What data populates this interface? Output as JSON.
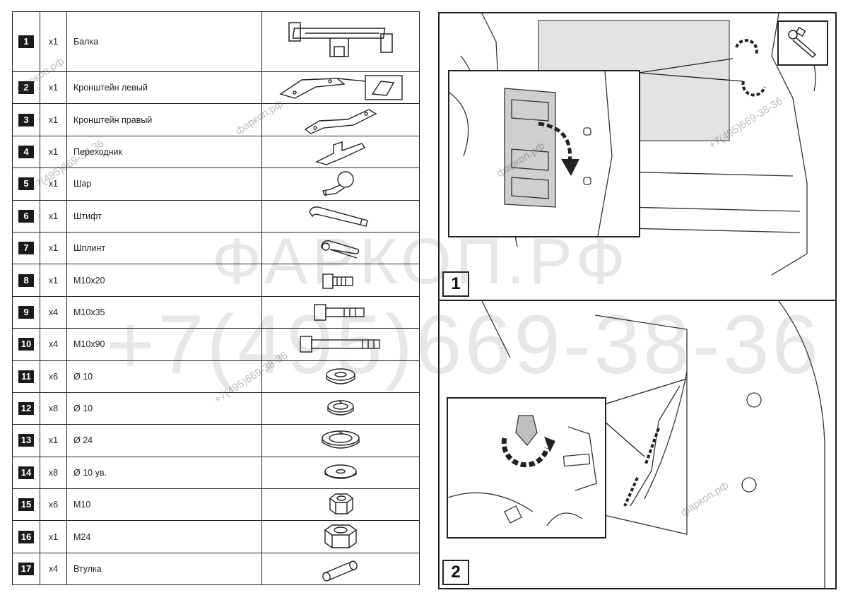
{
  "parts": [
    {
      "num": "1",
      "qty": "x1",
      "name": "Балка",
      "icon": "tow-beam-drawing"
    },
    {
      "num": "2",
      "qty": "x1",
      "name": "Кронштейн левый",
      "icon": "bracket-left-drawing"
    },
    {
      "num": "3",
      "qty": "x1",
      "name": "Кронштейн правый",
      "icon": "bracket-right-drawing"
    },
    {
      "num": "4",
      "qty": "x1",
      "name": "Переходник",
      "icon": "adapter-drawing"
    },
    {
      "num": "5",
      "qty": "x1",
      "name": "Шар",
      "icon": "tow-ball-drawing"
    },
    {
      "num": "6",
      "qty": "x1",
      "name": "Штифт",
      "icon": "pin-drawing"
    },
    {
      "num": "7",
      "qty": "x1",
      "name": "Шплинт",
      "icon": "cotter-pin-drawing"
    },
    {
      "num": "8",
      "qty": "x1",
      "name": "M10x20",
      "icon": "bolt-short-drawing"
    },
    {
      "num": "9",
      "qty": "x4",
      "name": "M10x35",
      "icon": "bolt-medium-drawing"
    },
    {
      "num": "10",
      "qty": "x4",
      "name": "M10x90",
      "icon": "bolt-long-drawing"
    },
    {
      "num": "11",
      "qty": "x6",
      "name": "Ø 10",
      "icon": "flat-washer-drawing"
    },
    {
      "num": "12",
      "qty": "x8",
      "name": "Ø 10",
      "icon": "spring-washer-drawing"
    },
    {
      "num": "13",
      "qty": "x1",
      "name": "Ø 24",
      "icon": "spring-washer-large-drawing"
    },
    {
      "num": "14",
      "qty": "x8",
      "name": "Ø 10 ув.",
      "icon": "wide-washer-drawing"
    },
    {
      "num": "15",
      "qty": "x6",
      "name": "M10",
      "icon": "nut-drawing"
    },
    {
      "num": "16",
      "qty": "x1",
      "name": "M24",
      "icon": "nut-large-drawing"
    },
    {
      "num": "17",
      "qty": "x4",
      "name": "Втулка",
      "icon": "bushing-drawing"
    }
  ],
  "steps": [
    {
      "label": "1"
    },
    {
      "label": "2"
    }
  ],
  "watermark": {
    "brand": "ФАРКОП.РФ",
    "phone": "+7(495)669-38-36",
    "site_small": "фаркоп.рф",
    "phone_small": "+7(495)669-38-36"
  },
  "colors": {
    "line": "#222222",
    "panel_fill": "#d9d9d9",
    "accent": "#1a1a1a"
  }
}
